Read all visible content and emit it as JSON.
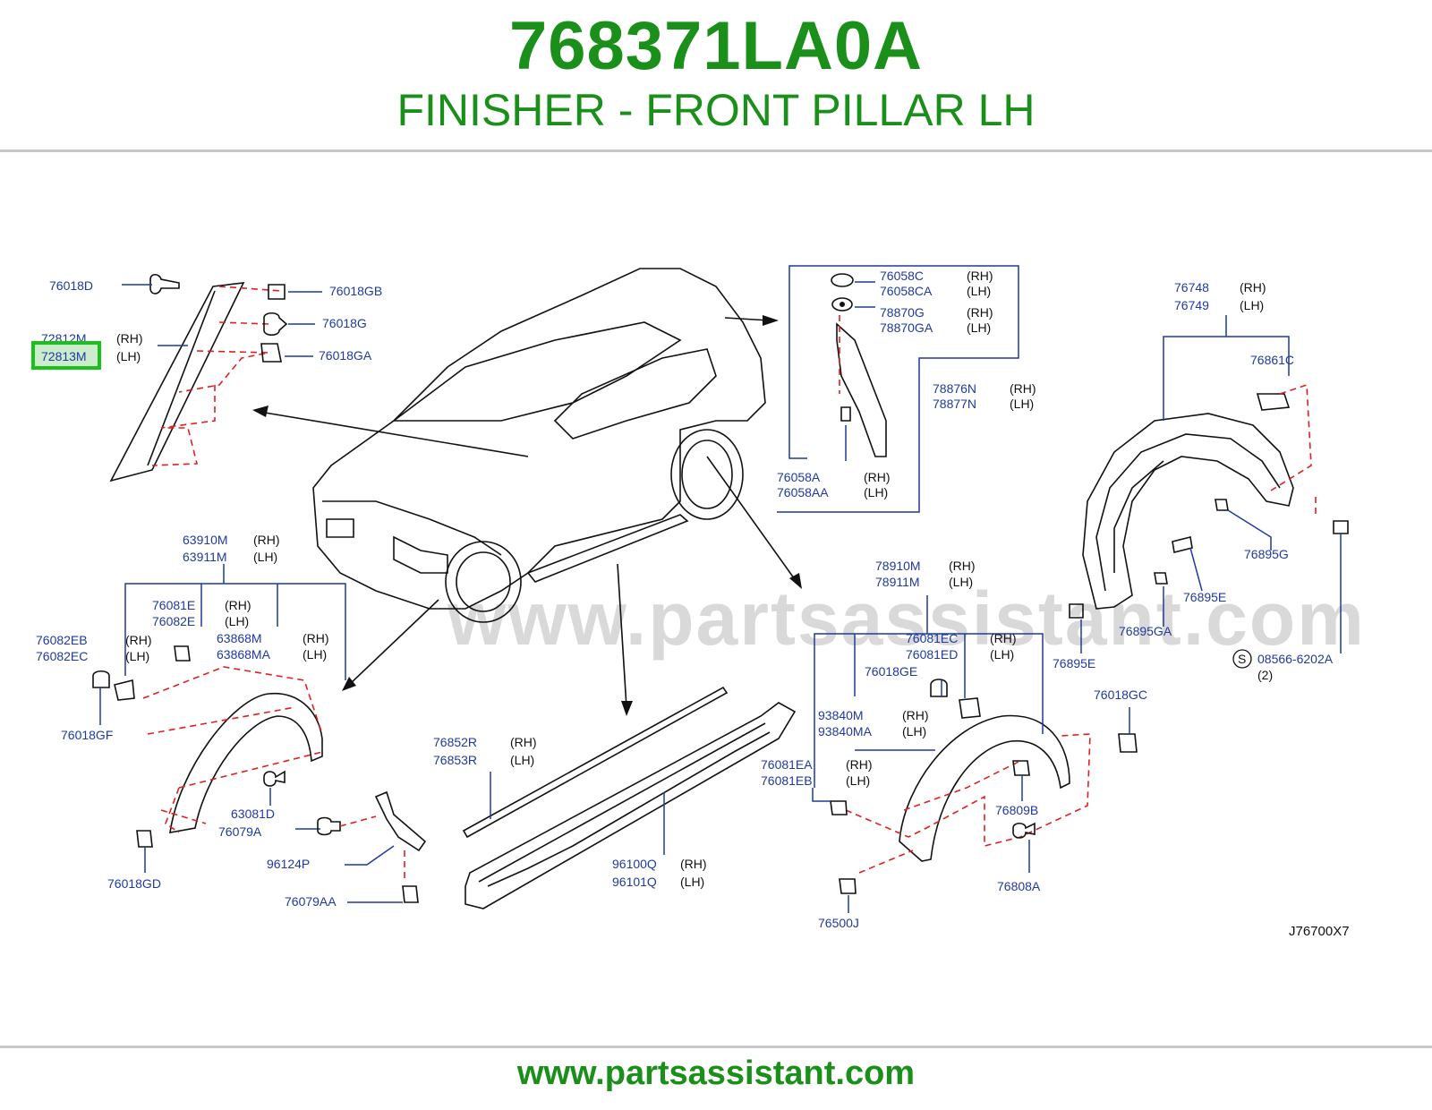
{
  "header": {
    "part_number": "768371LA0A",
    "part_name": "FINISHER - FRONT PILLAR LH"
  },
  "diagram": {
    "watermark": "www.partsassistant.com",
    "drawing_code": "J76700X7",
    "highlighted": "72813M",
    "labels": {
      "p76018D": "76018D",
      "p76018GB": "76018GB",
      "p76018G": "76018G",
      "p76018GA": "76018GA",
      "p72812M": "72812M",
      "p72813M": "72813M",
      "p76058C": "76058C",
      "p76058CA": "76058CA",
      "p78870G": "78870G",
      "p78870GA": "78870GA",
      "p78876N": "78876N",
      "p78877N": "78877N",
      "p76058A": "76058A",
      "p76058AA": "76058AA",
      "p76748": "76748",
      "p76749": "76749",
      "p76861C": "76861C",
      "p76895G": "76895G",
      "p76895E_r": "76895E",
      "p76895GA": "76895GA",
      "p76895E_l": "76895E",
      "p08566": "08566-6202A",
      "qty2": "(2)",
      "circleS": "S",
      "p63910M": "63910M",
      "p63911M": "63911M",
      "p76081E": "76081E",
      "p76082E": "76082E",
      "p76082EB": "76082EB",
      "p76082EC": "76082EC",
      "p63868M": "63868M",
      "p63868MA": "63868MA",
      "p76018GF": "76018GF",
      "p63081D": "63081D",
      "p76079A": "76079A",
      "p96124P": "96124P",
      "p76079AA": "76079AA",
      "p76018GD": "76018GD",
      "p76852R": "76852R",
      "p76853R": "76853R",
      "p96100Q": "96100Q",
      "p96101Q": "96101Q",
      "p78910M": "78910M",
      "p78911M": "78911M",
      "p76081EC": "76081EC",
      "p76081ED": "76081ED",
      "p76018GE": "76018GE",
      "p93840M": "93840M",
      "p93840MA": "93840MA",
      "p76081EA": "76081EA",
      "p76081EB": "76081EB",
      "p76018GC": "76018GC",
      "p76809B": "76809B",
      "p76808A": "76808A",
      "p76500J": "76500J"
    },
    "sides": {
      "rh": "(RH)",
      "lh": "(LH)"
    }
  },
  "footer": {
    "url": "www.partsassistant.com"
  }
}
